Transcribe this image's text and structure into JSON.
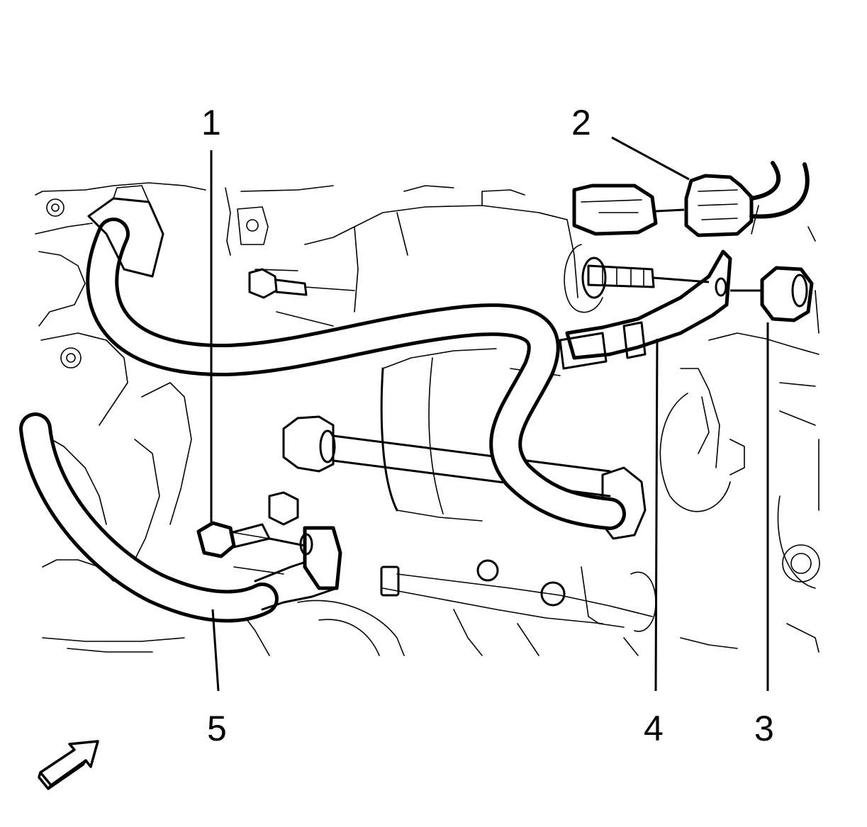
{
  "callouts": [
    {
      "id": "1",
      "label": "1"
    },
    {
      "id": "2",
      "label": "2"
    },
    {
      "id": "3",
      "label": "3"
    },
    {
      "id": "4",
      "label": "4"
    },
    {
      "id": "5",
      "label": "5"
    }
  ],
  "icons": {
    "direction_arrow": "view-direction-arrow-icon"
  },
  "colors": {
    "line": "#000000",
    "background": "#ffffff"
  }
}
